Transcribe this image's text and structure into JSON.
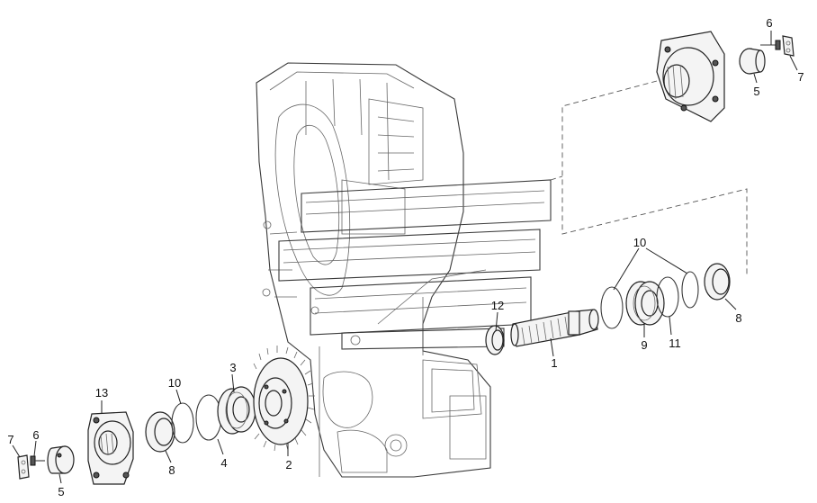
{
  "callouts": {
    "c1": "1",
    "c2": "2",
    "c3": "3",
    "c5a": "5",
    "c5b": "5",
    "c6a": "6",
    "c6b": "6",
    "c7a": "7",
    "c7b": "7",
    "c8a": "8",
    "c8b": "8",
    "c9": "9",
    "c10a": "10",
    "c10b": "10",
    "c11": "11",
    "c12": "12",
    "c13": "13"
  }
}
